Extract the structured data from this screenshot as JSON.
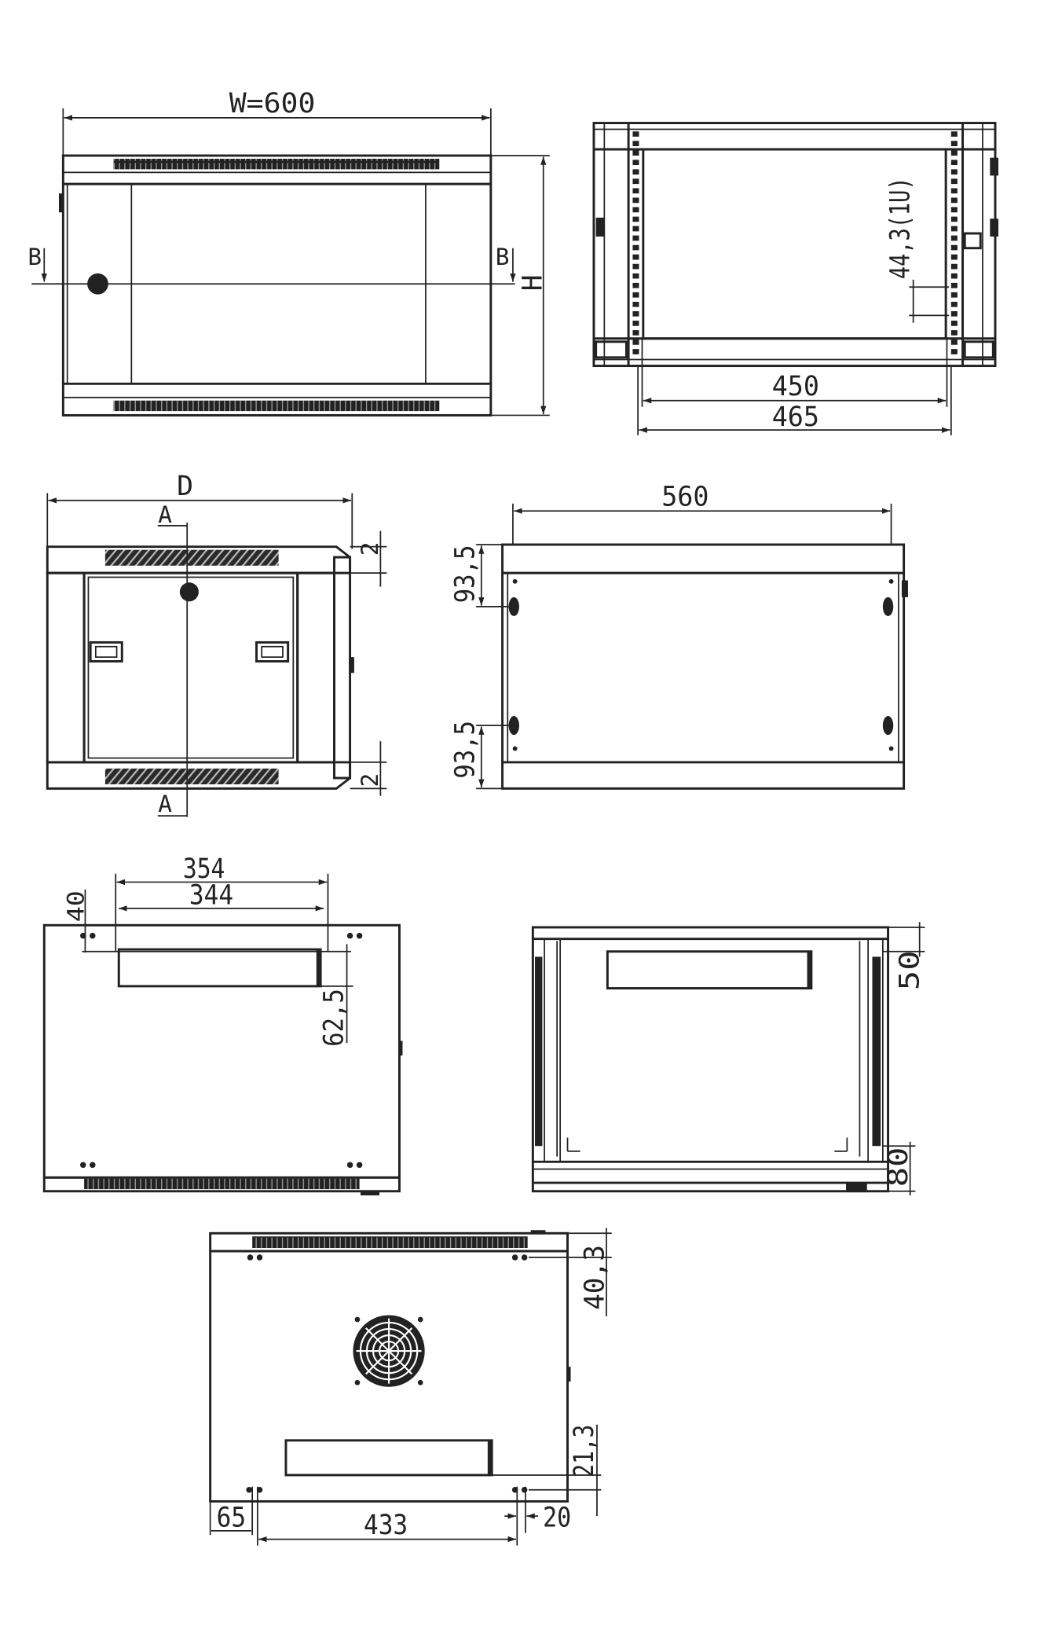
{
  "colors": {
    "line": "#222222",
    "background": "#ffffff"
  },
  "front_view": {
    "width_label": "W=600",
    "section_mark_left": "B",
    "section_mark_right": "B",
    "height_label": "H"
  },
  "front_open_view": {
    "unit_height_label": "44,3(1U)",
    "inner_width_label": "450",
    "outer_width_label": "465"
  },
  "side_section_view": {
    "depth_label": "D",
    "section_mark_top": "A",
    "section_mark_bottom": "A",
    "gap_top_label": "2",
    "gap_bottom_label": "2"
  },
  "side_view": {
    "length_label": "560",
    "hole_offset_top_label": "93,5",
    "hole_offset_bottom_label": "93,5"
  },
  "rear_view": {
    "outer_width_label": "354",
    "inner_width_label": "344",
    "top_offset_label": "40",
    "cutout_offset_label": "62,5"
  },
  "rear_open_view": {
    "top_offset_label": "50",
    "bottom_offset_label": "80"
  },
  "bottom_view": {
    "top_offset_label": "40,3",
    "cutout_offset_label": "21,3",
    "left_offset_label": "65",
    "hole_spacing_label": "433",
    "right_offset_label": "20"
  }
}
